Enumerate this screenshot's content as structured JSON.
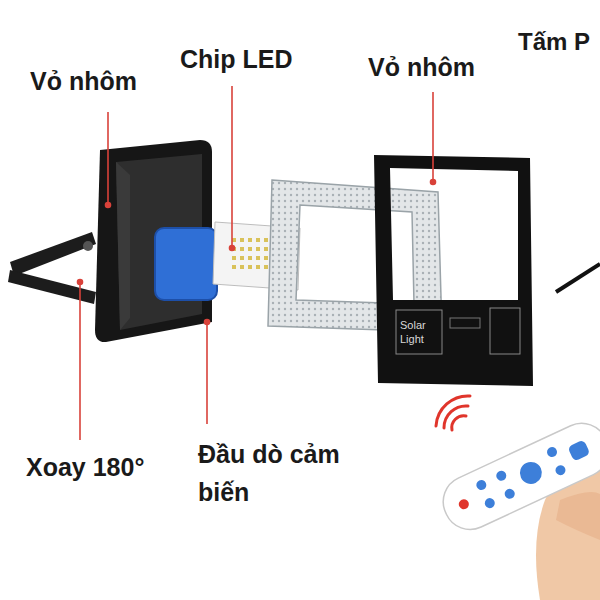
{
  "diagram": {
    "labels": [
      "Vỏ nhôm",
      "Chip LED",
      "Vỏ nhôm",
      "Tấm P",
      "Xoay 180°",
      "Đầu dò cảm biến",
      "Solar Light"
    ]
  }
}
